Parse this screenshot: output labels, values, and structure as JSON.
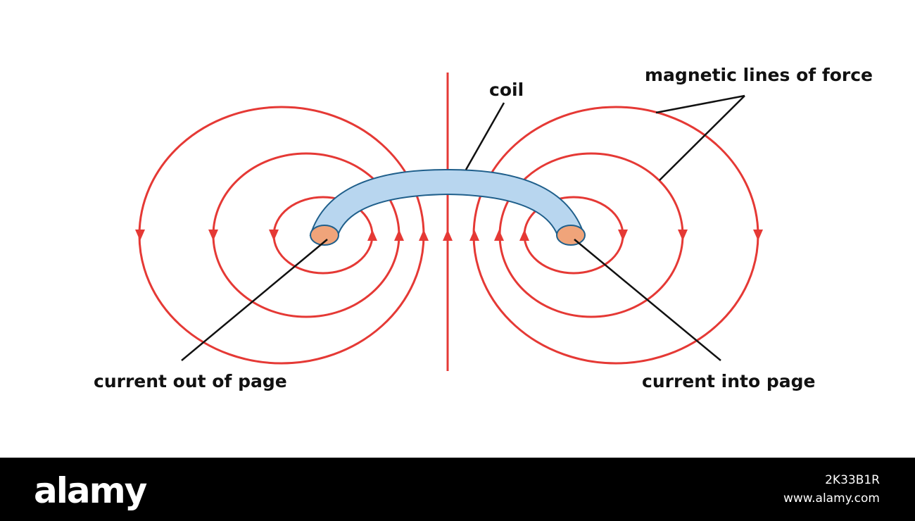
{
  "colors": {
    "field_lines": "#e53935",
    "coil_fill": "#b8d6ef",
    "coil_stroke": "#1f5f8b",
    "coil_end": "#f0a47a",
    "leader": "#111111",
    "stock_bar": "#000000"
  },
  "labels": {
    "coil": "coil",
    "magnetic_lines": "magnetic lines of force",
    "current_out": "current out of page",
    "current_in": "current into page"
  },
  "stock": {
    "logo": "alamy",
    "image_id": "2K33B1R",
    "url": "www.alamy.com"
  }
}
